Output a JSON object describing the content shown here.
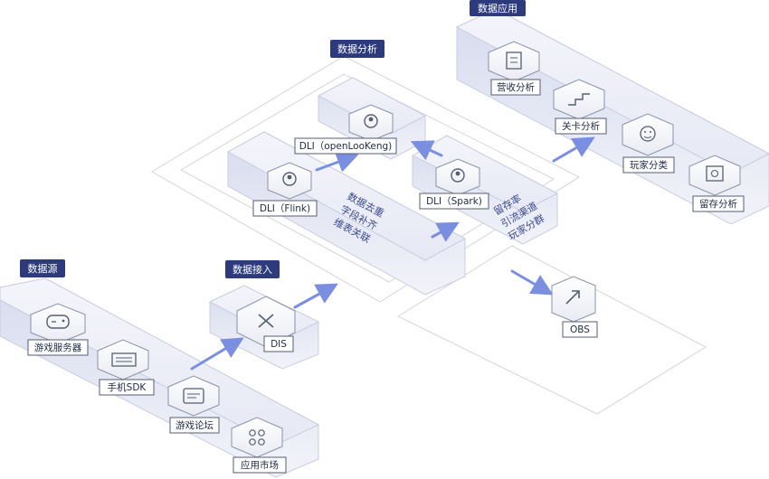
{
  "sections": {
    "source": "数据源",
    "ingest": "数据接入",
    "analysis": "数据分析",
    "application": "数据应用"
  },
  "nodes": {
    "game_server": "游戏服务器",
    "mobile_sdk": "手机SDK",
    "game_forum": "游戏论坛",
    "app_market": "应用市场",
    "dis": "DIS",
    "dli_flink": "DLI（Flink)",
    "dli_openlookeng": "DLI（openLooKeng)",
    "dli_spark": "DLI（Spark)",
    "obs": "OBS",
    "revenue": "营收分析",
    "level": "关卡分析",
    "player_class": "玩家分类",
    "retention": "留存分析"
  },
  "flink_notes": [
    "数据去重",
    "字段补齐",
    "维表关联"
  ],
  "spark_notes": [
    "留存率",
    "引流渠道",
    "玩家分群"
  ],
  "colors": {
    "label_bg": "#2d3a7c",
    "arrow": "#7b8fe0",
    "platform_edge": "#c9cde0",
    "outline": "#d2d5dd"
  },
  "icons": {
    "game_server": "gamepad-icon",
    "mobile_sdk": "keyboard-icon",
    "game_forum": "chat-icon",
    "app_market": "apps-grid-icon",
    "dis": "dis-cross-icon",
    "dli": "dli-icon",
    "obs": "obs-upload-icon",
    "revenue": "bill-icon",
    "level": "stairs-icon",
    "player_class": "face-icon",
    "retention": "report-icon"
  }
}
